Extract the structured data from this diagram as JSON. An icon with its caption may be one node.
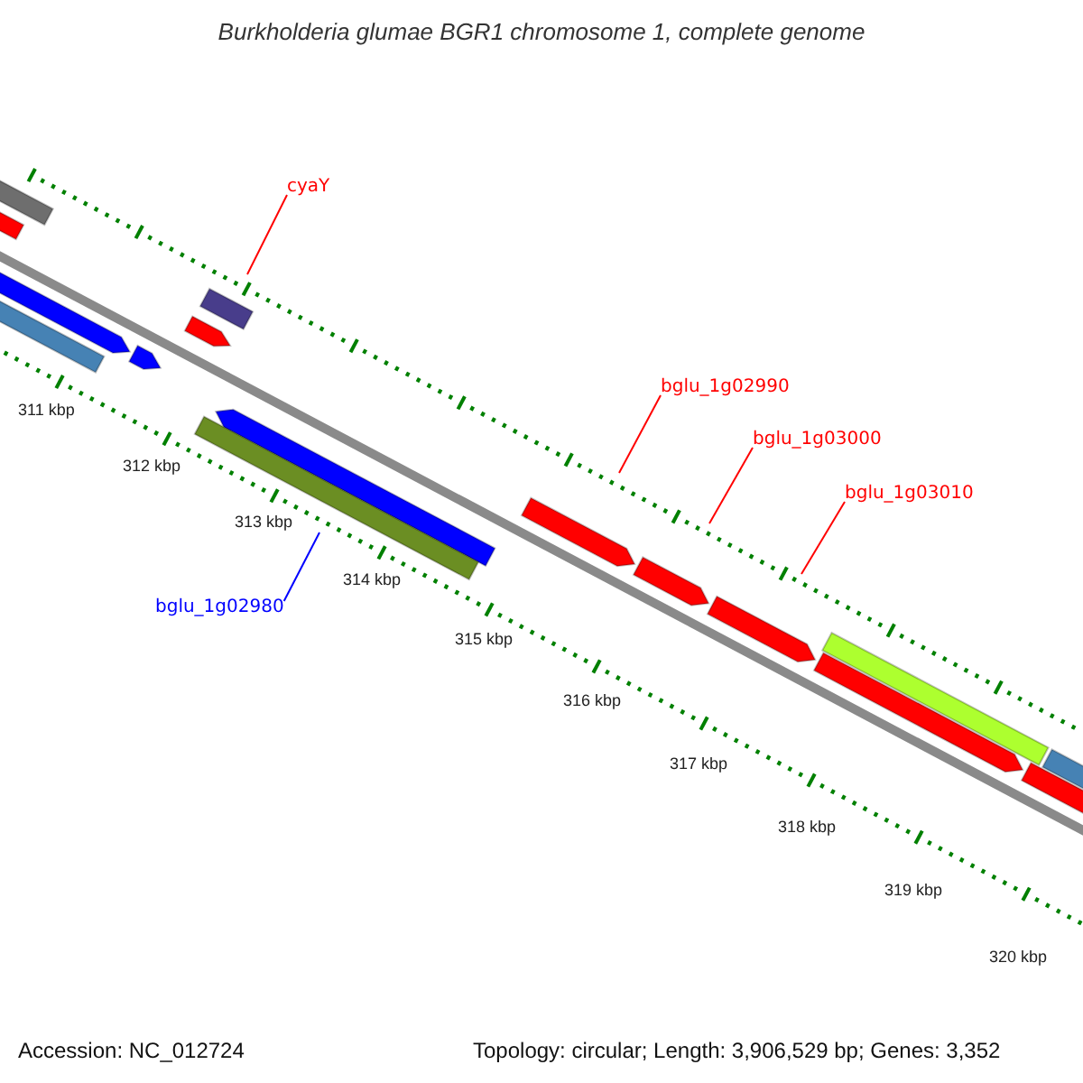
{
  "diagram": {
    "title": "Burkholderia glumae BGR1 chromosome 1, complete genome",
    "nodes": [
      {
        "text": [
          "cyaY"
        ]
      },
      {
        "text": [
          "bglu_1g02990"
        ]
      },
      {
        "text": [
          "bglu_1g03000"
        ]
      },
      {
        "text": [
          "bglu_1g03010"
        ]
      },
      {
        "text": [
          "bglu_1g02980"
        ]
      }
    ],
    "edges": [
      {
        "from": 0,
        "to": null,
        "arrow": "none"
      },
      {
        "from": 1,
        "to": null,
        "arrow": "none"
      },
      {
        "from": 2,
        "to": null,
        "arrow": "none"
      },
      {
        "from": 3,
        "to": null,
        "arrow": "none"
      },
      {
        "from": 4,
        "to": null,
        "arrow": "none",
        "color": "#0000ff"
      }
    ],
    "labels": [
      "311 kbp",
      "312 kbp",
      "313 kbp",
      "314 kbp",
      "315 kbp",
      "316 kbp",
      "317 kbp",
      "318 kbp",
      "319 kbp",
      "320 kbp",
      "Accession: NC_012724",
      "Topology: circular; Length: 3,906,529 bp; Genes: 3,352"
    ]
  }
}
